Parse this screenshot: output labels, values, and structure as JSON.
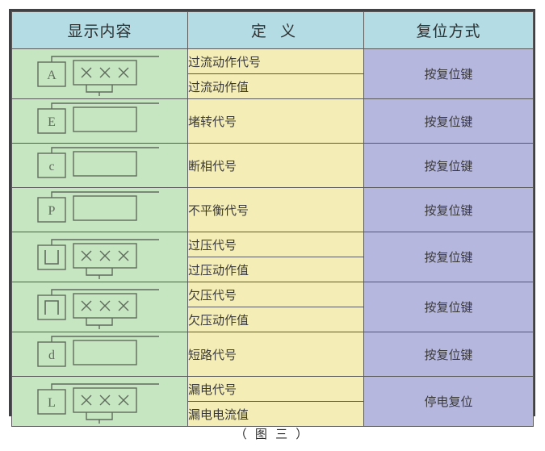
{
  "caption": "（ 图 三 ）",
  "colors": {
    "header_bg": "#b3dce5",
    "display_col_bg": "#c6e5c1",
    "definition_col_bg": "#f5edb6",
    "reset_col_bg": "#b6b7df",
    "outer_border": "#3e4145",
    "inner_border": "#5a5a5a",
    "text": "#333333"
  },
  "table": {
    "headers": {
      "display": "显示内容",
      "definition": "定 义",
      "reset": "复位方式"
    },
    "rows": [
      {
        "icon": {
          "name": "display-icon-overcurrent",
          "letter": "A",
          "value": "× × ×",
          "has_value_box": true,
          "has_bottom_lead": true
        },
        "definitions": [
          "过流动作代号",
          "过流动作值"
        ],
        "reset": "按复位键"
      },
      {
        "icon": {
          "name": "display-icon-stall",
          "letter": "E",
          "value": "",
          "has_value_box": true,
          "has_bottom_lead": false
        },
        "definitions": [
          "堵转代号"
        ],
        "reset": "按复位键"
      },
      {
        "icon": {
          "name": "display-icon-phase-loss",
          "letter": "c",
          "value": "",
          "has_value_box": true,
          "has_bottom_lead": false
        },
        "definitions": [
          "断相代号"
        ],
        "reset": "按复位键"
      },
      {
        "icon": {
          "name": "display-icon-unbalance",
          "letter": "P",
          "value": "",
          "has_value_box": true,
          "has_bottom_lead": false
        },
        "definitions": [
          "不平衡代号"
        ],
        "reset": "按复位键"
      },
      {
        "icon": {
          "name": "display-icon-overvoltage",
          "letter": "⊔",
          "value": "× × ×",
          "has_value_box": true,
          "has_bottom_lead": true
        },
        "definitions": [
          "过压代号",
          "过压动作值"
        ],
        "reset": "按复位键"
      },
      {
        "icon": {
          "name": "display-icon-undervoltage",
          "letter": "⊓",
          "value": "× × ×",
          "has_value_box": true,
          "has_bottom_lead": true
        },
        "definitions": [
          "欠压代号",
          "欠压动作值"
        ],
        "reset": "按复位键"
      },
      {
        "icon": {
          "name": "display-icon-short-circuit",
          "letter": "d",
          "value": "",
          "has_value_box": true,
          "has_bottom_lead": false
        },
        "definitions": [
          "短路代号"
        ],
        "reset": "按复位键"
      },
      {
        "icon": {
          "name": "display-icon-earth-leakage",
          "letter": "L",
          "value": "× × ×",
          "has_value_box": true,
          "has_bottom_lead": true
        },
        "definitions": [
          "漏电代号",
          "漏电电流值"
        ],
        "reset": "停电复位"
      }
    ]
  }
}
